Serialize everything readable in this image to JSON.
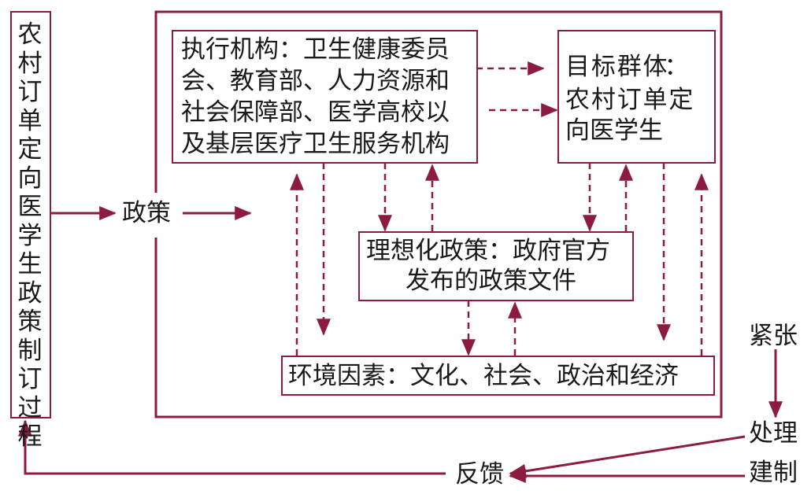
{
  "colors": {
    "accent": "#8c1c3e",
    "text": "#1a1a1a"
  },
  "process_box": {
    "label": "农村订单定向医学生政策制订过程"
  },
  "policy_label": "政策",
  "executor_box": {
    "lines": [
      "执行机构：卫生健康委员",
      "会、教育部、人力资源和",
      "社会保障部、医学高校以",
      "及基层医疗卫生服务机构"
    ]
  },
  "target_box": {
    "lines": [
      "目 标 群 体：",
      "农 村 订 单 定",
      "向医学生"
    ]
  },
  "ideal_policy_box": {
    "lines": [
      "理想化政策：政府官方",
      "发布的政策文件"
    ]
  },
  "environment_box": {
    "label": "环境因素：文化、社会、政治和经济"
  },
  "right_labels": {
    "tension": "紧张",
    "handling": "处理",
    "establishment": "建制"
  },
  "feedback_label": "反馈"
}
